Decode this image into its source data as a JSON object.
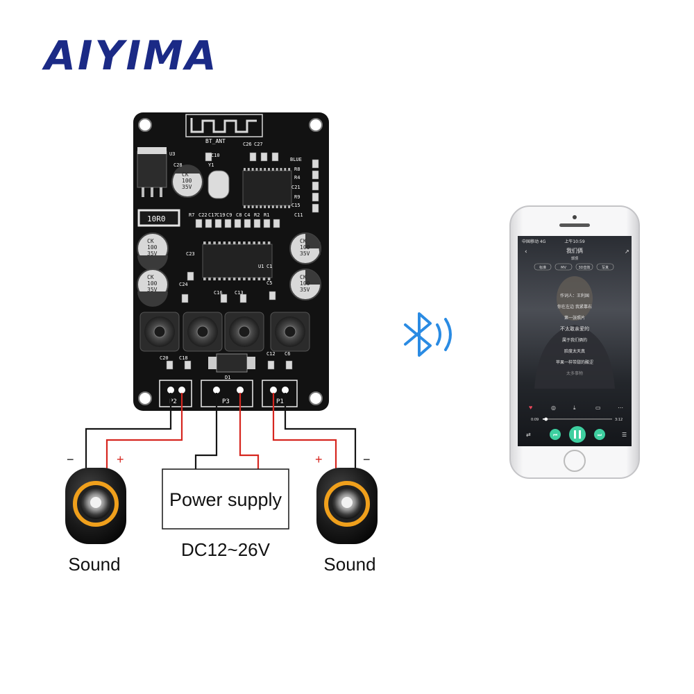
{
  "brand": {
    "logo_text": "AIYIMA"
  },
  "board": {
    "antenna_label": "BT_ANT",
    "silkscreen": [
      "U3",
      "C10",
      "C28",
      "Y1",
      "C26",
      "C27",
      "BLUE",
      "R8",
      "R4",
      "C21",
      "R9",
      "C15",
      "C11",
      "R7",
      "C22",
      "C17",
      "C19",
      "C9",
      "C8",
      "C4",
      "R2",
      "R1",
      "C23",
      "C24",
      "C16",
      "C13",
      "C5",
      "C1",
      "U1",
      "C20",
      "C18",
      "C12",
      "C6",
      "D1"
    ],
    "resistor_label": "10R0",
    "capacitor_label": [
      "CK",
      "100",
      "35V"
    ],
    "connectors": {
      "left": "P2",
      "center": "P3",
      "right": "P1"
    }
  },
  "labels": {
    "power_supply": "Power supply",
    "voltage": "DC12~26V",
    "left_speaker": "Sound",
    "right_speaker": "Sound",
    "left_minus": "−",
    "left_plus": "+",
    "right_plus": "+",
    "right_minus": "−"
  },
  "phone": {
    "status_left": "中国移动  4G",
    "status_time": "上午10:59",
    "song_title": "我们俩",
    "artist": "郭顶",
    "tags": [
      "标准",
      "MV",
      "3D音效",
      "写真"
    ],
    "lyrics": [
      "作词人：王利国",
      "你在左边 我紧靠右",
      "第一张照片",
      "不太敢亲爱的",
      "属于我们俩的",
      "脸度太天真",
      "苹果一样带甜的酸涩",
      "太多事物"
    ],
    "elapsed": "0:09",
    "duration": "3:12"
  },
  "colors": {
    "logo": "#1b2a86",
    "pcb": "#121212",
    "wire_red": "#d6261f",
    "wire_black": "#141414",
    "bluetooth": "#2a8be3",
    "player_accent": "#3ecfa0",
    "speaker_ring": "#f0a01c"
  },
  "icons": [
    "bluetooth-icon",
    "heart-icon",
    "download-icon",
    "play-pause-icon",
    "prev-icon",
    "next-icon",
    "shuffle-icon",
    "playlist-icon"
  ]
}
